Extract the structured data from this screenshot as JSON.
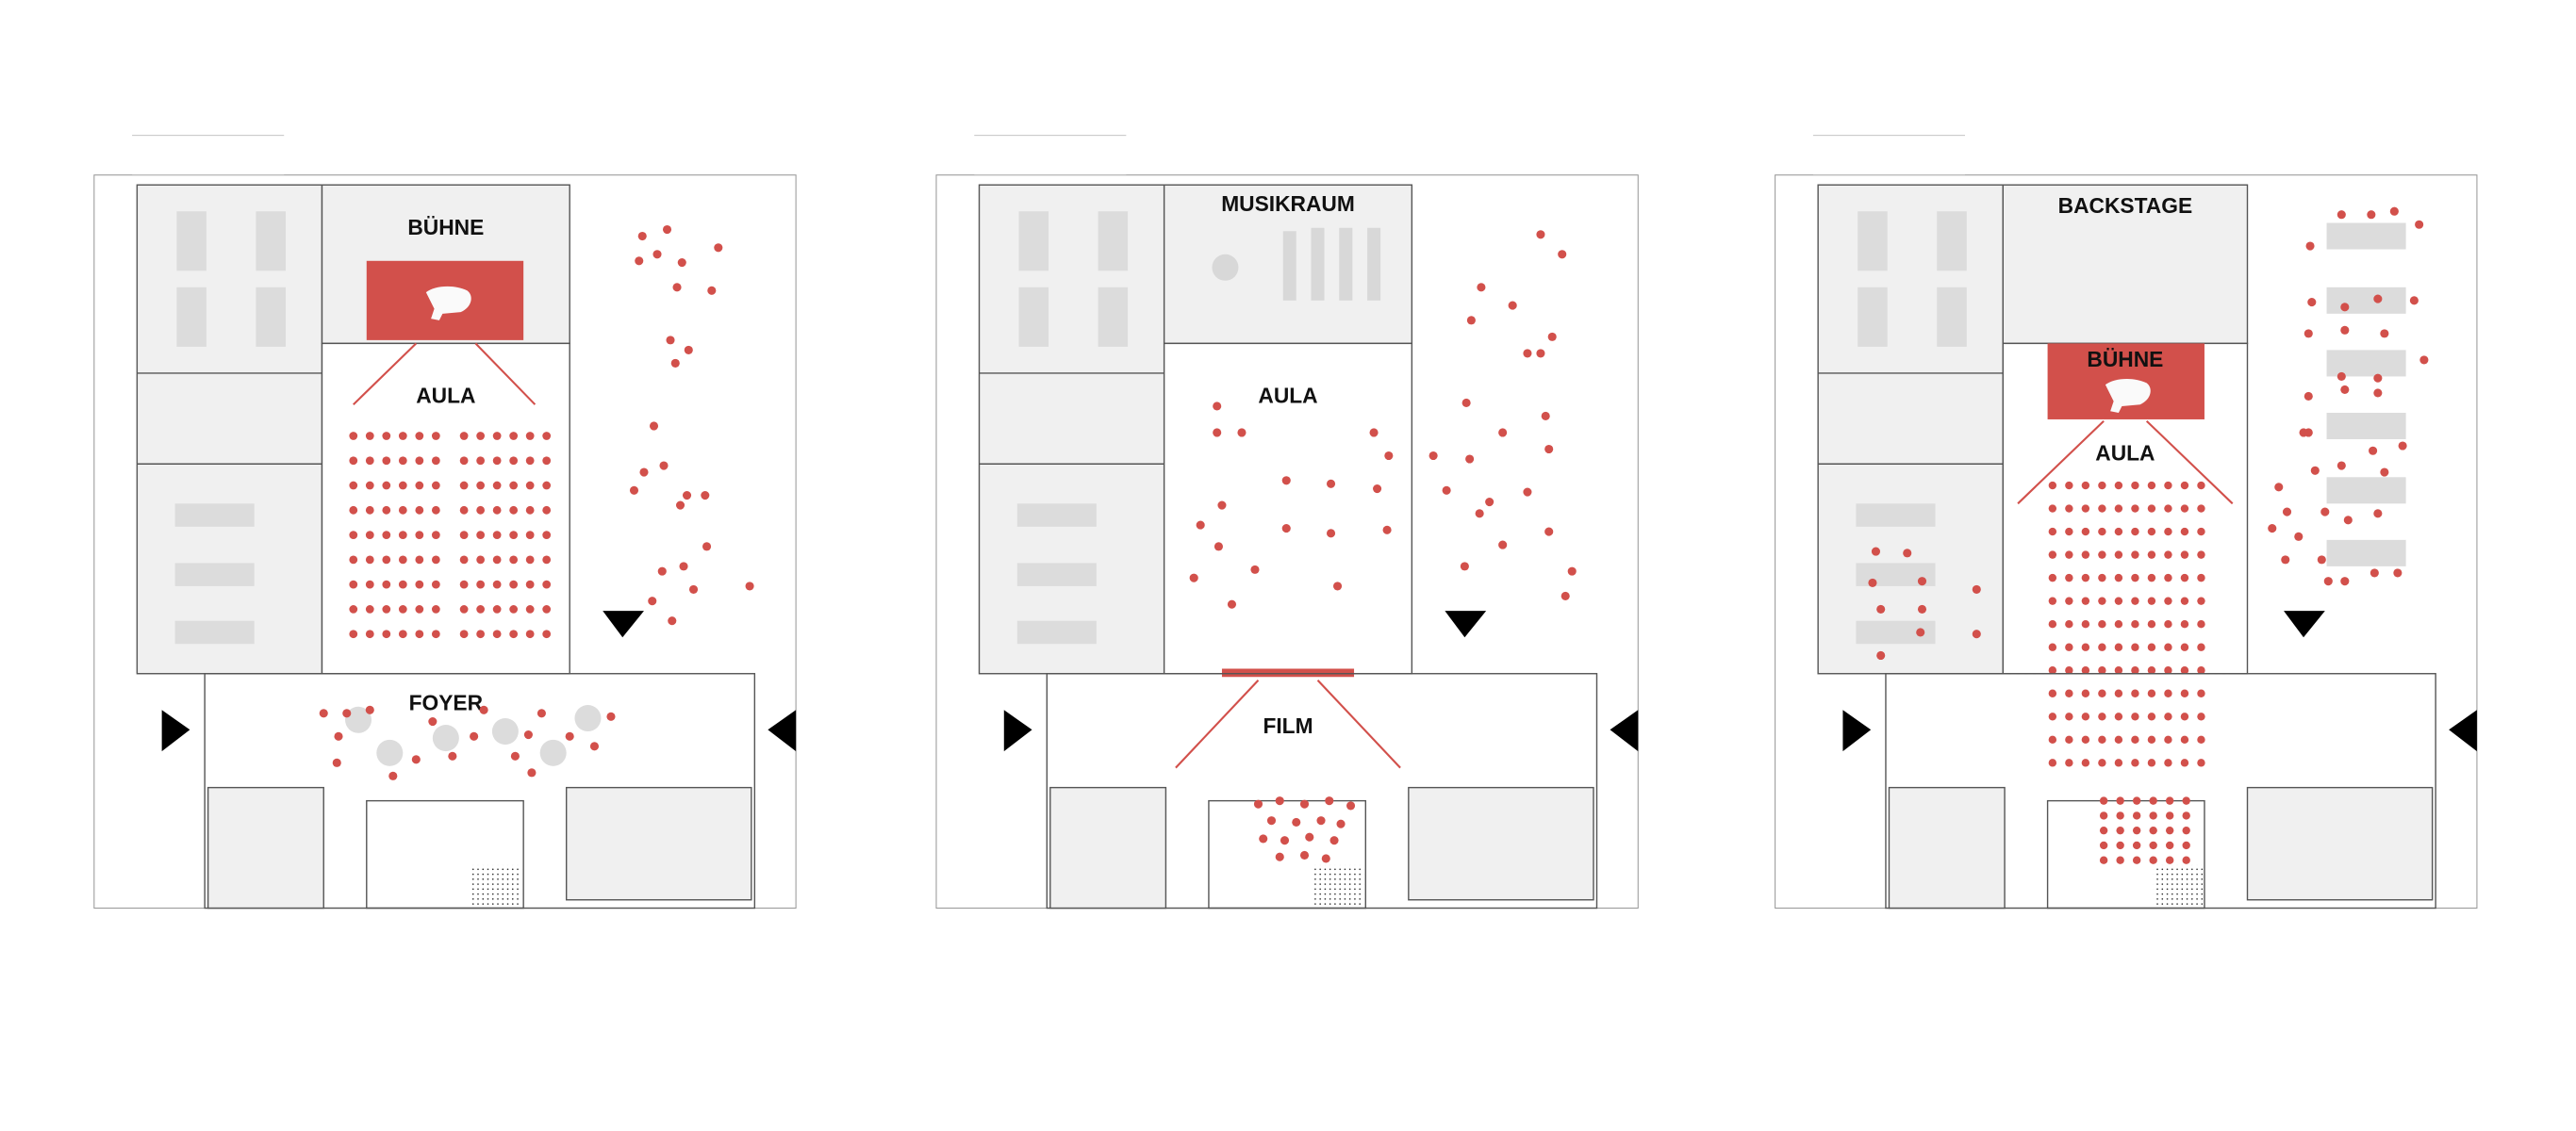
{
  "colors": {
    "accent": "#d2504b",
    "room_fill": "#f0f0f0",
    "furniture": "#dcdcdc",
    "wall": "#555555",
    "text": "#111111",
    "arrow": "#000000"
  },
  "icons": {
    "stage_object": "grand-piano-icon",
    "entrance": "entrance-arrow-icon"
  },
  "plans": [
    {
      "name": "plan-aula-concert",
      "labels": {
        "stage": "BÜHNE",
        "hall": "AULA",
        "lower": "FOYER"
      }
    },
    {
      "name": "plan-film",
      "labels": {
        "stage": "MUSIKRAUM",
        "hall": "AULA",
        "lower": "FILM"
      }
    },
    {
      "name": "plan-theatre",
      "labels": {
        "backstage": "BACKSTAGE",
        "stage": "BÜHNE",
        "hall": "AULA"
      }
    }
  ]
}
